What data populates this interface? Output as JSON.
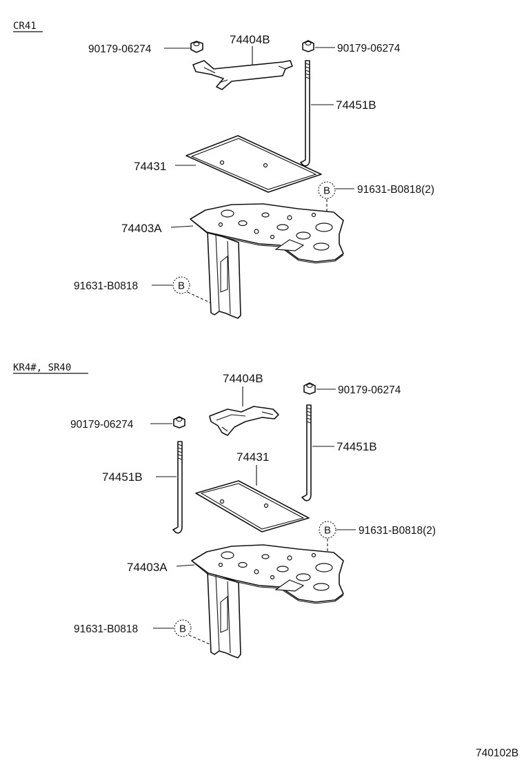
{
  "variants": [
    {
      "name": "CR41",
      "labels": {
        "nut_left": "90179-06274",
        "clamp": "74404B",
        "nut_right": "90179-06274",
        "rod": "74451B",
        "pad": "74431",
        "bolt_top": "91631-B0818(2)",
        "tray": "74403A",
        "bolt_bottom": "91631-B0818"
      }
    },
    {
      "name": "KR4#, SR40",
      "labels": {
        "clamp": "74404B",
        "nut_right": "90179-06274",
        "nut_left": "90179-06274",
        "rod_right": "74451B",
        "pad": "74431",
        "rod_left": "74451B",
        "bolt_top": "91631-B0818(2)",
        "tray": "74403A",
        "bolt_bottom": "91631-B0818"
      }
    }
  ],
  "callout_letter": "B",
  "figure_code": "740102B"
}
